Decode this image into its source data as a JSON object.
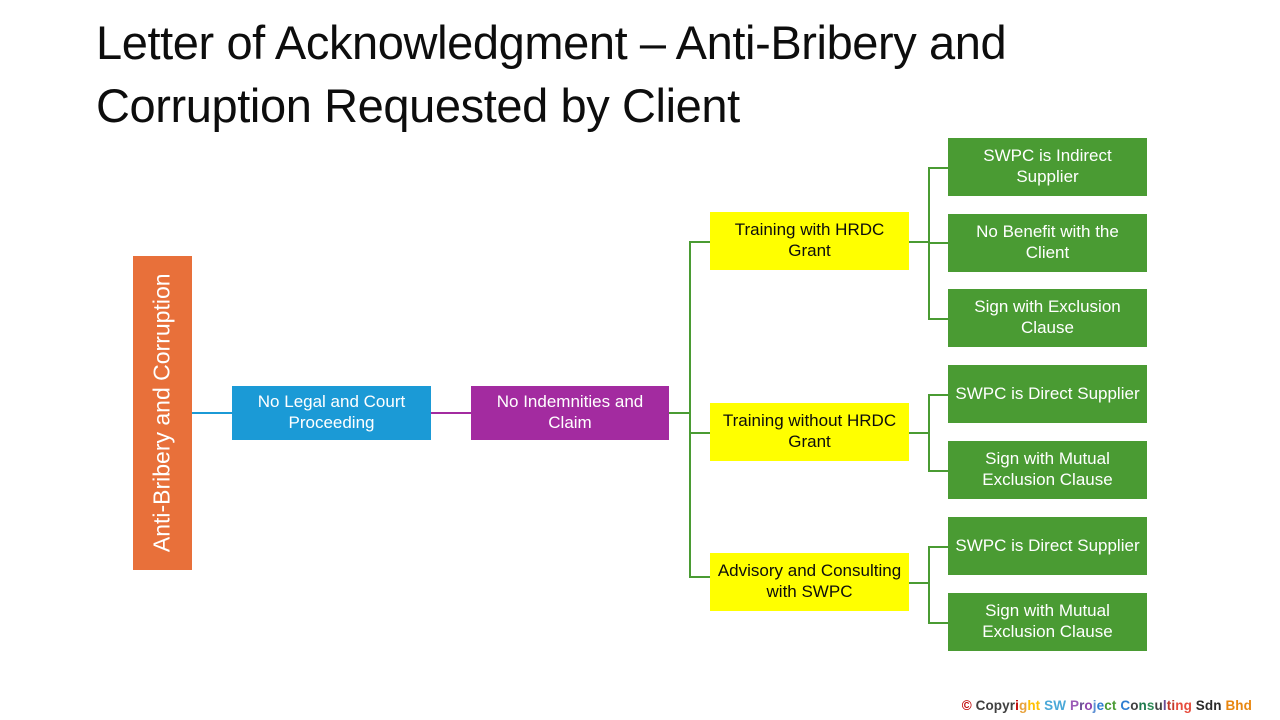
{
  "slide": {
    "title": "Letter of Acknowledgment – Anti-Bribery and Corruption Requested by Client",
    "background": "#ffffff"
  },
  "diagram": {
    "type": "horizontal-tree",
    "root": {
      "label": "Anti-Bribery and Corruption",
      "color": "#E8703A",
      "text_color": "#ffffff",
      "orientation": "vertical"
    },
    "level1": [
      {
        "label": "No Legal and Court Proceeding",
        "color": "#1B9AD6",
        "text_color": "#ffffff"
      }
    ],
    "level2": [
      {
        "label": "No Indemnities and Claim",
        "color": "#A32BA0",
        "text_color": "#ffffff"
      }
    ],
    "level3": [
      {
        "label": "Training with HRDC Grant",
        "color": "#FFFF00",
        "text_color": "#0d0d0d"
      },
      {
        "label": "Training without HRDC Grant",
        "color": "#FFFF00",
        "text_color": "#0d0d0d"
      },
      {
        "label": "Advisory and Consulting with SWPC",
        "color": "#FFFF00",
        "text_color": "#0d0d0d"
      }
    ],
    "level4": [
      {
        "label": "SWPC is Indirect Supplier",
        "color": "#4A9B33",
        "text_color": "#ffffff",
        "parent": "Training with HRDC Grant"
      },
      {
        "label": "No Benefit with the Client",
        "color": "#4A9B33",
        "text_color": "#ffffff",
        "parent": "Training with HRDC Grant"
      },
      {
        "label": "Sign with Exclusion Clause",
        "color": "#4A9B33",
        "text_color": "#ffffff",
        "parent": "Training with HRDC Grant"
      },
      {
        "label": "SWPC is Direct Supplier",
        "color": "#4A9B33",
        "text_color": "#ffffff",
        "parent": "Training without HRDC Grant"
      },
      {
        "label": "Sign with Mutual Exclusion Clause",
        "color": "#4A9B33",
        "text_color": "#ffffff",
        "parent": "Training without HRDC Grant"
      },
      {
        "label": "SWPC is Direct Supplier",
        "color": "#4A9B33",
        "text_color": "#ffffff",
        "parent": "Advisory and Consulting with SWPC"
      },
      {
        "label": "Sign with Mutual Exclusion Clause",
        "color": "#4A9B33",
        "text_color": "#ffffff",
        "parent": "Advisory and Consulting with SWPC"
      }
    ],
    "connector_colors": {
      "root_to_level1": "#1B9AD6",
      "level1_to_level2": "#A32BA0",
      "level2_to_level3": "#4A9B33",
      "level3_to_level4": "#4A9B33"
    }
  },
  "footer": {
    "parts": [
      {
        "text": "©",
        "color": "#C00000"
      },
      {
        "text": " Copyr",
        "color": "#404040"
      },
      {
        "text": "i",
        "color": "#C00000"
      },
      {
        "text": "g",
        "color": "#E8A33D"
      },
      {
        "text": "ht",
        "color": "#FFC000"
      },
      {
        "text": " ",
        "color": "#404040"
      },
      {
        "text": "SW",
        "color": "#4AA8D8"
      },
      {
        "text": " ",
        "color": "#404040"
      },
      {
        "text": "P",
        "color": "#9B59B6"
      },
      {
        "text": "r",
        "color": "#6A4C93"
      },
      {
        "text": "o",
        "color": "#8E44AD"
      },
      {
        "text": "j",
        "color": "#5B8FD4"
      },
      {
        "text": "e",
        "color": "#2D7DD2"
      },
      {
        "text": "c",
        "color": "#4A9B33"
      },
      {
        "text": "t",
        "color": "#4A9B33"
      },
      {
        "text": " ",
        "color": "#404040"
      },
      {
        "text": "C",
        "color": "#2D7DD2"
      },
      {
        "text": "o",
        "color": "#404040"
      },
      {
        "text": "n",
        "color": "#1E7B4E"
      },
      {
        "text": "s",
        "color": "#2E8B57"
      },
      {
        "text": "u",
        "color": "#404040"
      },
      {
        "text": "l",
        "color": "#6A4C93"
      },
      {
        "text": "t",
        "color": "#C0392B"
      },
      {
        "text": "i",
        "color": "#C0392B"
      },
      {
        "text": "n",
        "color": "#E74C3C"
      },
      {
        "text": "g",
        "color": "#E74C3C"
      },
      {
        "text": " ",
        "color": "#404040"
      },
      {
        "text": "Sdn",
        "color": "#2B2B2B"
      },
      {
        "text": " ",
        "color": "#404040"
      },
      {
        "text": "Bhd",
        "color": "#E8860F"
      }
    ]
  }
}
